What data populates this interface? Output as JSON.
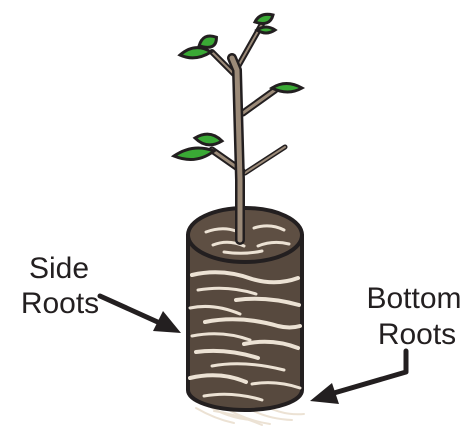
{
  "labels": {
    "side_roots": [
      "Side",
      "Roots"
    ],
    "bottom_roots": [
      "Bottom",
      "Roots"
    ]
  },
  "colors": {
    "outline": "#231f20",
    "stem": "#9b8a78",
    "leaf": "#3aa935",
    "soil": "#57493e",
    "root": "#ece2d4"
  },
  "icons": {
    "plant": "seedling-icon",
    "plug": "root-plug-icon"
  }
}
